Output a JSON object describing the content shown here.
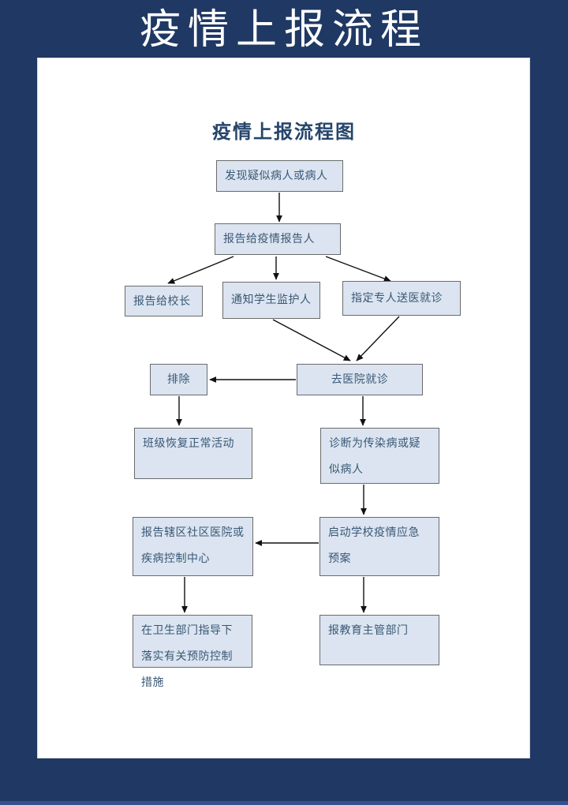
{
  "banner": {
    "title": "疫情上报流程"
  },
  "page": {
    "chart_title": "疫情上报流程图",
    "nodes": [
      {
        "id": "discover",
        "label": "发现疑似病人或病人"
      },
      {
        "id": "report-reporter",
        "label": "报告给疫情报告人"
      },
      {
        "id": "report-principal",
        "label": "报告给校长"
      },
      {
        "id": "notify-guardian",
        "label": "通知学生监护人"
      },
      {
        "id": "escort-medical",
        "label": "指定专人送医就诊"
      },
      {
        "id": "exclude",
        "label": "排除"
      },
      {
        "id": "hospital-visit",
        "label": "去医院就诊"
      },
      {
        "id": "class-resume",
        "label": "班级恢复正常活动"
      },
      {
        "id": "diagnosed",
        "label": "诊断为传染病或疑似病人"
      },
      {
        "id": "report-community",
        "label": "报告辖区社区医院或疾病控制中心"
      },
      {
        "id": "emergency-plan",
        "label": "启动学校疫情应急预案"
      },
      {
        "id": "implement-measures",
        "label": "在卫生部门指导下落实有关预防控制措施"
      },
      {
        "id": "report-education",
        "label": "报教育主管部门"
      }
    ],
    "edges": [
      {
        "from": "discover",
        "to": "report-reporter"
      },
      {
        "from": "report-reporter",
        "to": "report-principal"
      },
      {
        "from": "report-reporter",
        "to": "notify-guardian"
      },
      {
        "from": "report-reporter",
        "to": "escort-medical"
      },
      {
        "from": "notify-guardian",
        "to": "hospital-visit"
      },
      {
        "from": "escort-medical",
        "to": "hospital-visit"
      },
      {
        "from": "hospital-visit",
        "to": "exclude"
      },
      {
        "from": "exclude",
        "to": "class-resume"
      },
      {
        "from": "hospital-visit",
        "to": "diagnosed"
      },
      {
        "from": "diagnosed",
        "to": "emergency-plan"
      },
      {
        "from": "emergency-plan",
        "to": "report-community"
      },
      {
        "from": "report-community",
        "to": "implement-measures"
      },
      {
        "from": "emergency-plan",
        "to": "report-education"
      }
    ],
    "colors": {
      "frame_background": "#1f3864",
      "bottom_strip": "#34518d",
      "page_background": "#ffffff",
      "banner_text": "#ffffff",
      "chart_title_text": "#25456b",
      "node_fill": "#dbe4f0",
      "node_border": "#6b6b6b",
      "node_text": "#3a5876",
      "arrow": "#111111"
    }
  }
}
